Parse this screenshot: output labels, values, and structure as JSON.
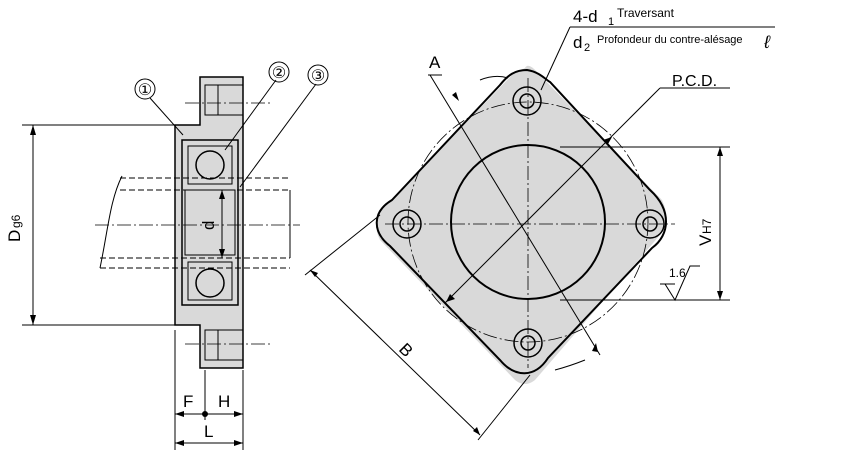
{
  "labels": {
    "holes_count": "4-d",
    "holes_count_sub": "1",
    "holes_note": "Traversant",
    "counterbore": "d",
    "counterbore_sub": "2",
    "counterbore_note": "Profondeur du contre-alésage",
    "counterbore_depth_symbol": "ℓ",
    "pcd": "P.C.D.",
    "a": "A",
    "b": "B",
    "v": "V",
    "v_tol": "H7",
    "roughness": "1.6",
    "d_big": "D",
    "d_big_tol": "g6",
    "d_small": "d",
    "f": "F",
    "h": "H",
    "l": "L"
  },
  "callouts": [
    "①",
    "②",
    "③"
  ]
}
